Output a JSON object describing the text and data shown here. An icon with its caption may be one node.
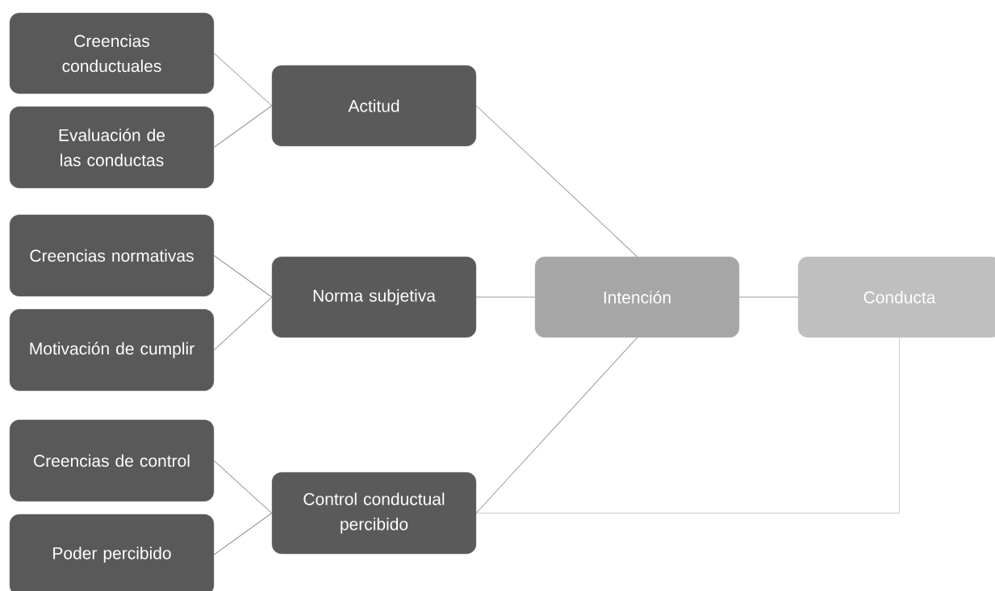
{
  "diagram": {
    "nodes": [
      {
        "text": [
          "Creencias conductuales"
        ]
      },
      {
        "text": [
          "Evaluación de las conductas"
        ]
      },
      {
        "text": [
          "Actitud"
        ]
      },
      {
        "text": [
          "Creencias normativas"
        ]
      },
      {
        "text": [
          "Motivación de cumplir"
        ]
      },
      {
        "text": [
          "Norma subjetiva"
        ]
      },
      {
        "text": [
          "Creencias de control"
        ]
      },
      {
        "text": [
          "Poder percibido"
        ]
      },
      {
        "text": [
          "Control conductual percibido"
        ]
      },
      {
        "text": [
          "Intención"
        ]
      },
      {
        "text": [
          "Conducta"
        ]
      }
    ],
    "edges": [
      {
        "from": 0,
        "to": 2,
        "arrow": "none"
      },
      {
        "from": 1,
        "to": 2,
        "arrow": "none"
      },
      {
        "from": 3,
        "to": 5,
        "arrow": "none"
      },
      {
        "from": 4,
        "to": 5,
        "arrow": "none"
      },
      {
        "from": 6,
        "to": 8,
        "arrow": "none"
      },
      {
        "from": 7,
        "to": 8,
        "arrow": "none"
      },
      {
        "from": 2,
        "to": 9,
        "arrow": "none"
      },
      {
        "from": 5,
        "to": 9,
        "arrow": "none"
      },
      {
        "from": 8,
        "to": 9,
        "arrow": "none"
      },
      {
        "from": 9,
        "to": 10,
        "arrow": "none"
      },
      {
        "from": 8,
        "to": 10,
        "arrow": "none",
        "style": "dashed"
      }
    ]
  }
}
